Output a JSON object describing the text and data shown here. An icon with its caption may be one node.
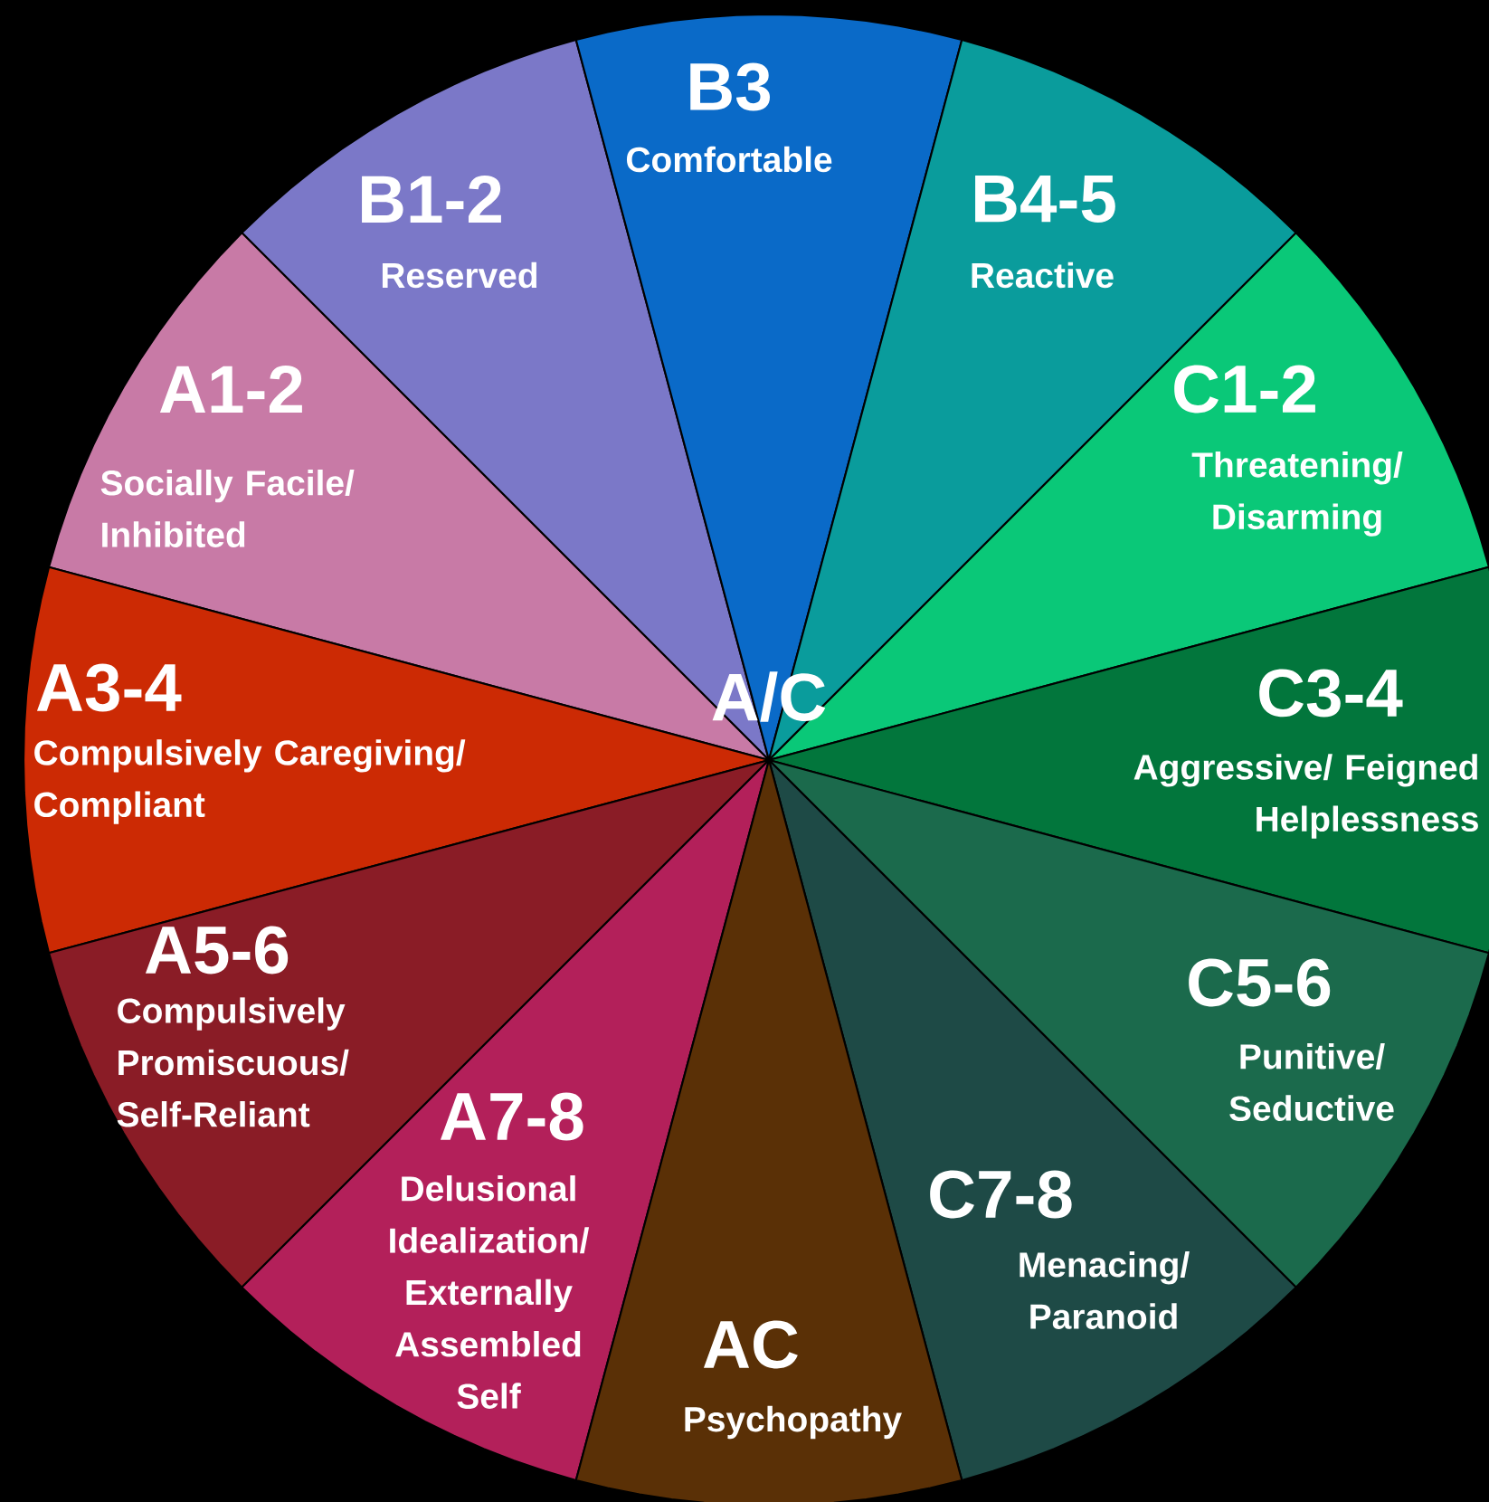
{
  "diagram": {
    "nodes": [
      {
        "text": [
          "B1-2",
          "Reserved"
        ]
      },
      {
        "text": [
          "B3",
          "Comfortable"
        ]
      },
      {
        "text": [
          "B4-5",
          "Reactive"
        ]
      },
      {
        "text": [
          "A1-2",
          "Socially Facile/ Inhibited"
        ]
      },
      {
        "text": [
          "C1-2",
          "Threatening/ Disarming"
        ]
      },
      {
        "text": [
          "A3-4",
          "Compulsively Caregiving/ Compliant"
        ]
      },
      {
        "text": [
          "C3-4",
          "Aggressive/ Feigned Helplessness"
        ]
      },
      {
        "text": [
          "A5-6",
          "Compulsively Promiscuous/ Self-Reliant"
        ]
      },
      {
        "text": [
          "C5-6",
          "Punitive/ Seductive"
        ]
      },
      {
        "text": [
          "A7-8",
          "Delusional Idealization/ Externally Assembled Self"
        ]
      },
      {
        "text": [
          "C7-8",
          "Menacing/ Paranoid"
        ]
      },
      {
        "text": [
          "AC",
          "Psychopathy"
        ]
      }
    ],
    "labels": [
      "A/C"
    ]
  }
}
